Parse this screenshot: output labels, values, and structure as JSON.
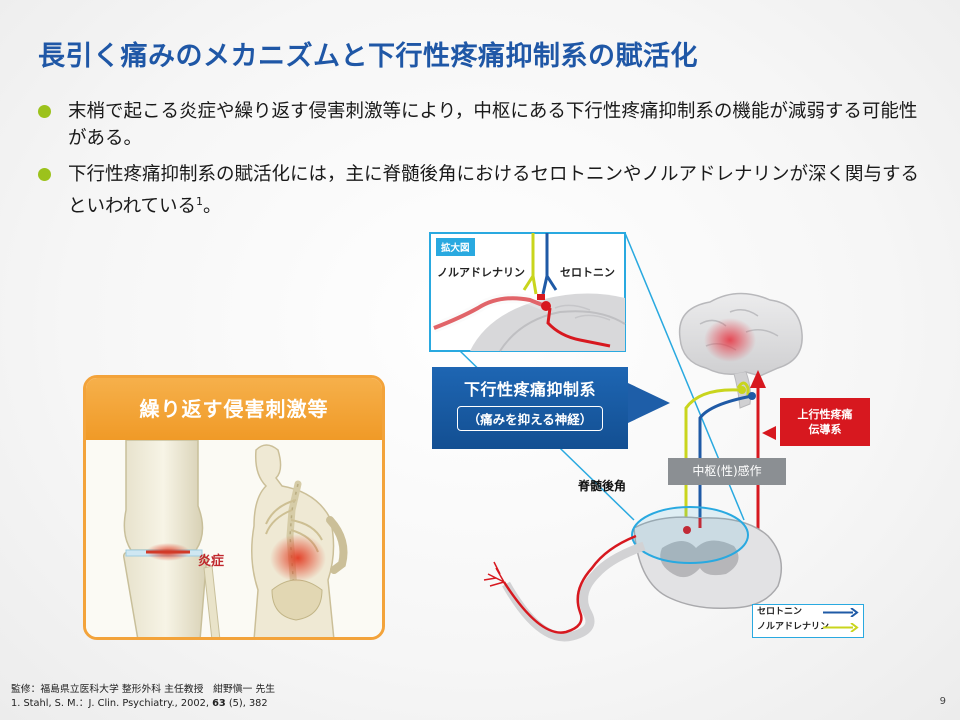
{
  "title": "長引く痛みのメカニズムと下行性疼痛抑制系の賦活化",
  "bullets": [
    "末梢で起こる炎症や繰り返す侵害刺激等により，中枢にある下行性疼痛抑制系の機能が減弱する可能性がある。",
    "下行性疼痛抑制系の賦活化には，主に脊髄後角におけるセロトニンやノルアドレナリンが深く関与するといわれている"
  ],
  "bullet2_ref": "1",
  "bullet2_end": "。",
  "panel": {
    "heading": "繰り返す侵害刺激等",
    "inflammation": "炎症"
  },
  "diagram": {
    "zoom_tag": "拡大図",
    "noradrenaline": "ノルアドレナリン",
    "serotonin": "セロトニン",
    "descending_title": "下行性疼痛抑制系",
    "descending_sub": "（痛みを抑える神経）",
    "ascending": [
      "上行性疼痛",
      "伝導系"
    ],
    "central": "中枢(性)感作",
    "dorsal_horn": "脊髄後角",
    "legend": [
      "セロトニン",
      "ノルアドレナリン"
    ]
  },
  "colors": {
    "title": "#1f57a6",
    "bullet": "#9cc21c",
    "serotonin": "#1f5aa6",
    "noradrenaline": "#c9d51d",
    "pain": "#d7181f",
    "frame": "#29a9e0",
    "panel": "#f3a33a"
  },
  "footer": {
    "supervisor": "監修：福島県立医科大学 整形外科 主任教授　紺野愼一 先生",
    "ref_pre": "1. Stahl, S. M.：J. Clin. Psychiatry., 2002, ",
    "ref_vol": "63",
    "ref_post": " (5), 382"
  },
  "page_number": "9"
}
